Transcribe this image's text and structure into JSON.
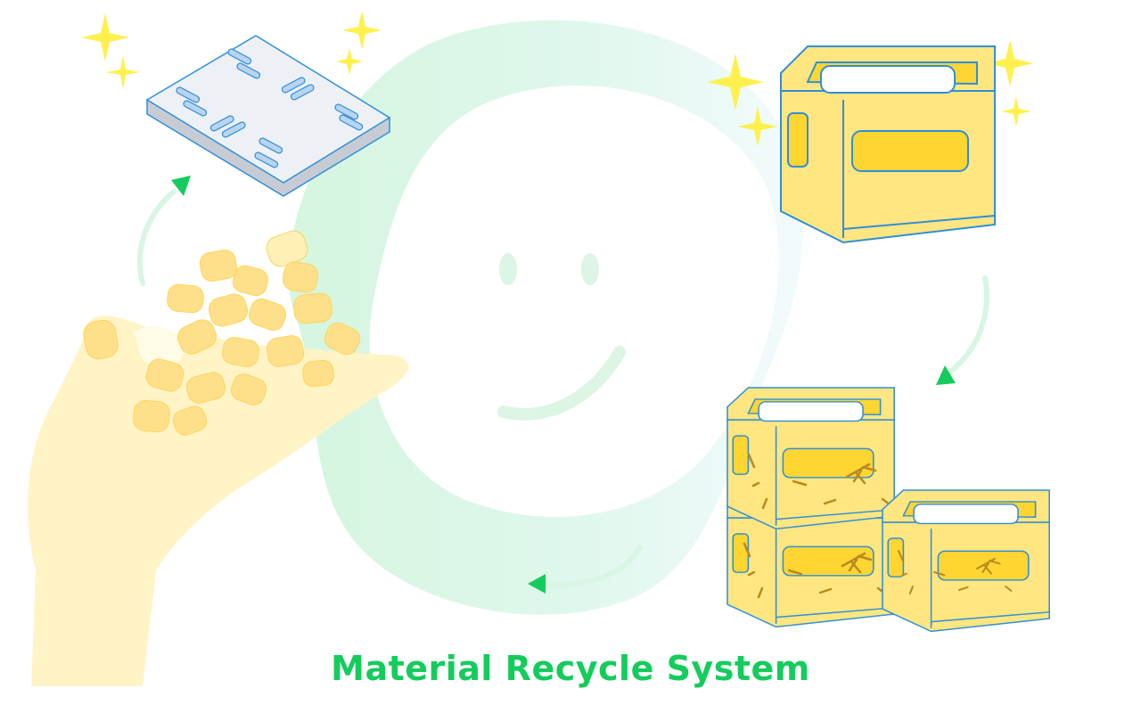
{
  "caption": "Material Recycle System",
  "colors": {
    "accent_green": "#14cc5c",
    "blob_green": "#d9f7e5",
    "crate_yellow": "#ffe680",
    "crate_dark_yellow": "#ffd531",
    "crate_outline": "#2f8fd8",
    "sparkle": "#fff04d",
    "hand": "#fff3c4",
    "pellet": "#ffe08a",
    "pallet_top": "#edf1f6",
    "pallet_side": "#c7ccd4",
    "scrap": "#b88a1e"
  },
  "diagram": {
    "stages": [
      {
        "id": "recycled-pallet",
        "icon": "pallet-icon"
      },
      {
        "id": "new-crate",
        "icon": "crate-icon"
      },
      {
        "id": "used-crates",
        "icon": "stacked-crates-icon"
      },
      {
        "id": "recycled-pellets",
        "icon": "pellets-in-hand-icon"
      }
    ],
    "cycle_direction": "clockwise",
    "center_motif": "smiling-blob"
  }
}
